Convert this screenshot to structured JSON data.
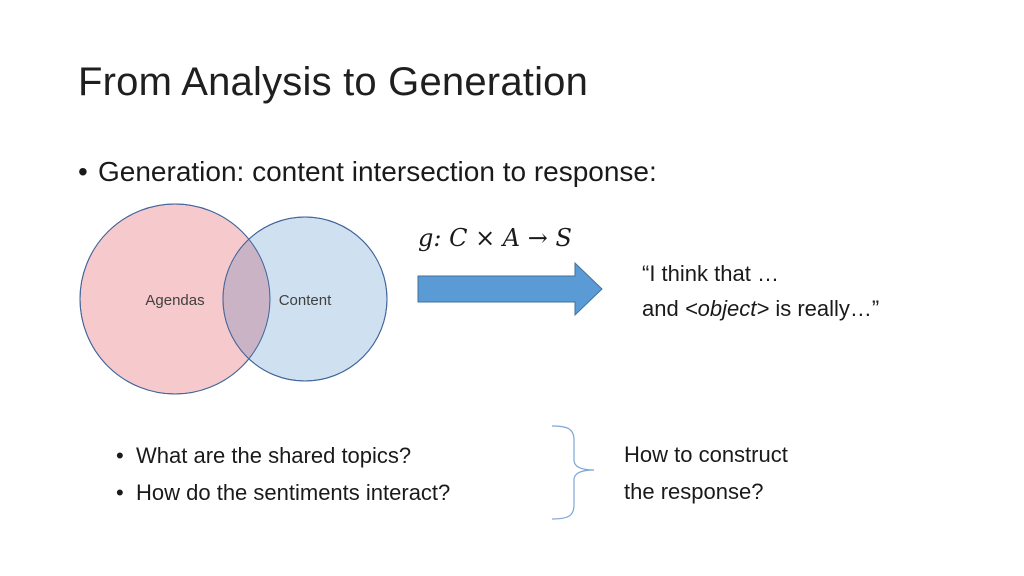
{
  "slide": {
    "title": "From Analysis to Generation",
    "main_bullet": "Generation: content intersection to response:",
    "bullet_glyph": "•"
  },
  "venn": {
    "left_label": "Agendas",
    "right_label": "Content",
    "left_fill": "#f6c9cc",
    "right_fill": "#cfe0f1",
    "overlap_fill": "#c9b3c4",
    "stroke": "#41659a"
  },
  "formula": {
    "text": "g: C × A → S"
  },
  "arrow": {
    "fill": "#5b9bd5",
    "stroke": "#41719c"
  },
  "quote": {
    "line1": "“I think that …",
    "line2_prefix": "and ",
    "line2_object": "<object>",
    "line2_suffix": " is really…”"
  },
  "questions": [
    "What are the shared topics?",
    "How do the sentiments interact?"
  ],
  "brace": {
    "stroke": "#7fa6d6"
  },
  "response_note": {
    "line1": "How to construct",
    "line2": "the response?"
  }
}
